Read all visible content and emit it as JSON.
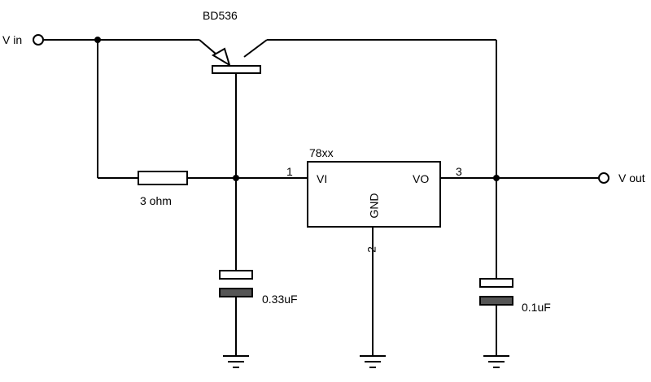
{
  "labels": {
    "vin": "V in",
    "vout": "V out",
    "transistor": "BD536",
    "regulator": "78xx",
    "resistor": "3 ohm",
    "pin1": "1",
    "pin2": "2",
    "pin3": "3",
    "vi": "VI",
    "vo": "VO",
    "gnd": "GND",
    "cap1": "0.33uF",
    "cap2": "0.1uF"
  },
  "colors": {
    "line": "#000000",
    "background": "#ffffff",
    "cap_hatch": "#555555"
  }
}
